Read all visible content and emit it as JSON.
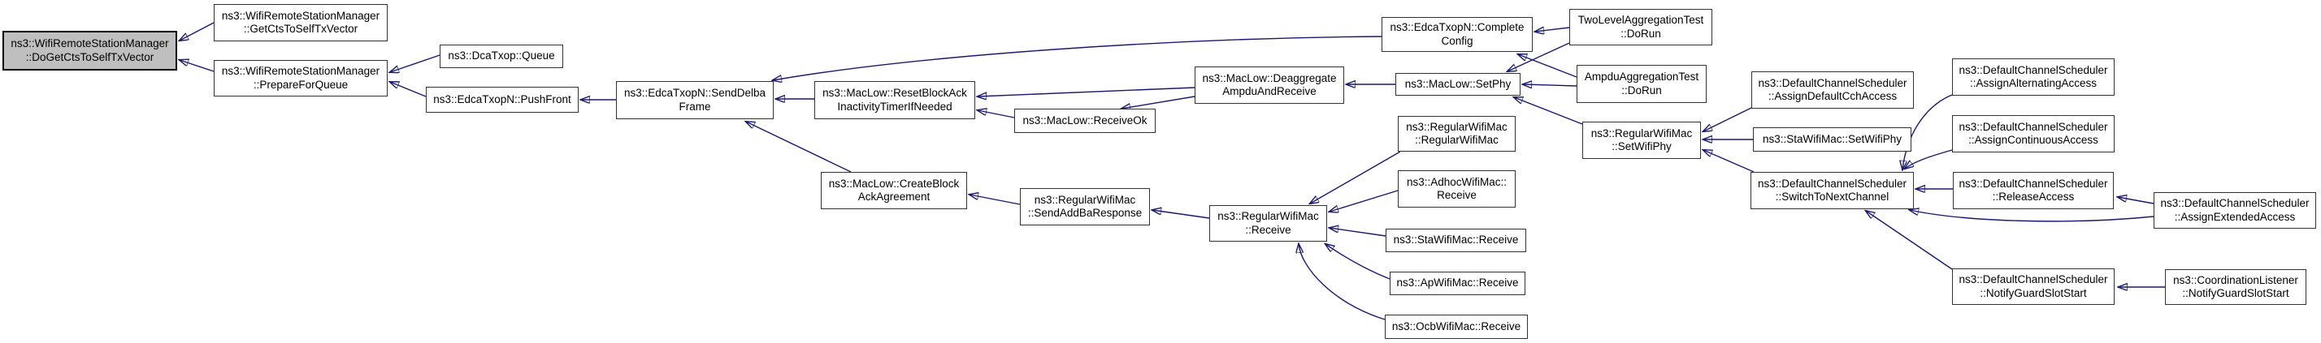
{
  "diagram": {
    "kind": "caller-graph",
    "root_function": "ns3::WifiRemoteStationManager::DoGetCtsToSelfTxVector"
  },
  "colors": {
    "edge": "#191970",
    "node_fill": "#ffffff",
    "root_fill": "#bfbfbf",
    "border": "#333333"
  },
  "nodes": {
    "do_get_cts": {
      "lines": [
        "ns3::WifiRemoteStationManager",
        "::DoGetCtsToSelfTxVector"
      ]
    },
    "get_cts": {
      "lines": [
        "ns3::WifiRemoteStationManager",
        "::GetCtsToSelfTxVector"
      ]
    },
    "prepare_for_queue": {
      "lines": [
        "ns3::WifiRemoteStationManager",
        "::PrepareForQueue"
      ]
    },
    "dca_queue": {
      "lines": [
        "ns3::DcaTxop::Queue"
      ]
    },
    "push_front": {
      "lines": [
        "ns3::EdcaTxopN::PushFront"
      ]
    },
    "send_delba_frame": {
      "lines": [
        "ns3::EdcaTxopN::SendDelba",
        "Frame"
      ]
    },
    "reset_block_ack": {
      "lines": [
        "ns3::MacLow::ResetBlockAck",
        "InactivityTimerIfNeeded"
      ]
    },
    "create_block_ack": {
      "lines": [
        "ns3::MacLow::CreateBlock",
        "AckAgreement"
      ]
    },
    "receive_ok": {
      "lines": [
        "ns3::MacLow::ReceiveOk"
      ]
    },
    "send_add_ba_response": {
      "lines": [
        "ns3::RegularWifiMac",
        "::SendAddBaResponse"
      ]
    },
    "deaggregate_ampdu": {
      "lines": [
        "ns3::MacLow::Deaggregate",
        "AmpduAndReceive"
      ]
    },
    "complete_config": {
      "lines": [
        "ns3::EdcaTxopN::Complete",
        "Config"
      ]
    },
    "maclow_set_phy": {
      "lines": [
        "ns3::MacLow::SetPhy"
      ]
    },
    "regular_wifi_mac_ctor": {
      "lines": [
        "ns3::RegularWifiMac",
        "::RegularWifiMac"
      ]
    },
    "adhoc_receive": {
      "lines": [
        "ns3::AdhocWifiMac::",
        "Receive"
      ]
    },
    "regular_receive": {
      "lines": [
        "ns3::RegularWifiMac",
        "::Receive"
      ]
    },
    "sta_receive": {
      "lines": [
        "ns3::StaWifiMac::Receive"
      ]
    },
    "ap_receive": {
      "lines": [
        "ns3::ApWifiMac::Receive"
      ]
    },
    "ocb_receive": {
      "lines": [
        "ns3::OcbWifiMac::Receive"
      ]
    },
    "two_level_test": {
      "lines": [
        "TwoLevelAggregationTest",
        "::DoRun"
      ]
    },
    "ampdu_test": {
      "lines": [
        "AmpduAggregationTest",
        "::DoRun"
      ]
    },
    "reg_set_wifi_phy": {
      "lines": [
        "ns3::RegularWifiMac",
        "::SetWifiPhy"
      ]
    },
    "assign_default_cch": {
      "lines": [
        "ns3::DefaultChannelScheduler",
        "::AssignDefaultCchAccess"
      ]
    },
    "sta_set_wifi_phy": {
      "lines": [
        "ns3::StaWifiMac::SetWifiPhy"
      ]
    },
    "switch_to_next": {
      "lines": [
        "ns3::DefaultChannelScheduler",
        "::SwitchToNextChannel"
      ]
    },
    "assign_alternating": {
      "lines": [
        "ns3::DefaultChannelScheduler",
        "::AssignAlternatingAccess"
      ]
    },
    "assign_continuous": {
      "lines": [
        "ns3::DefaultChannelScheduler",
        "::AssignContinuousAccess"
      ]
    },
    "release_access": {
      "lines": [
        "ns3::DefaultChannelScheduler",
        "::ReleaseAccess"
      ]
    },
    "notify_guard_slot": {
      "lines": [
        "ns3::DefaultChannelScheduler",
        "::NotifyGuardSlotStart"
      ]
    },
    "assign_extended": {
      "lines": [
        "ns3::DefaultChannelScheduler",
        "::AssignExtendedAccess"
      ]
    },
    "coord_notify_guard": {
      "lines": [
        "ns3::CoordinationListener",
        "::NotifyGuardSlotStart"
      ]
    }
  },
  "edges": [
    {
      "from": "get_cts",
      "to": "do_get_cts"
    },
    {
      "from": "prepare_for_queue",
      "to": "do_get_cts"
    },
    {
      "from": "dca_queue",
      "to": "prepare_for_queue"
    },
    {
      "from": "push_front",
      "to": "prepare_for_queue"
    },
    {
      "from": "send_delba_frame",
      "to": "push_front"
    },
    {
      "from": "reset_block_ack",
      "to": "send_delba_frame"
    },
    {
      "from": "complete_config",
      "to": "send_delba_frame"
    },
    {
      "from": "create_block_ack",
      "to": "send_delba_frame"
    },
    {
      "from": "receive_ok",
      "to": "reset_block_ack"
    },
    {
      "from": "deaggregate_ampdu",
      "to": "reset_block_ack"
    },
    {
      "from": "deaggregate_ampdu",
      "to": "receive_ok"
    },
    {
      "from": "maclow_set_phy",
      "to": "deaggregate_ampdu"
    },
    {
      "from": "two_level_test",
      "to": "complete_config"
    },
    {
      "from": "ampdu_test",
      "to": "complete_config"
    },
    {
      "from": "two_level_test",
      "to": "maclow_set_phy"
    },
    {
      "from": "ampdu_test",
      "to": "maclow_set_phy"
    },
    {
      "from": "reg_set_wifi_phy",
      "to": "maclow_set_phy"
    },
    {
      "from": "send_add_ba_response",
      "to": "create_block_ack"
    },
    {
      "from": "regular_receive",
      "to": "send_add_ba_response"
    },
    {
      "from": "regular_wifi_mac_ctor",
      "to": "regular_receive"
    },
    {
      "from": "adhoc_receive",
      "to": "regular_receive"
    },
    {
      "from": "sta_receive",
      "to": "regular_receive"
    },
    {
      "from": "ap_receive",
      "to": "regular_receive"
    },
    {
      "from": "ocb_receive",
      "to": "regular_receive"
    },
    {
      "from": "assign_default_cch",
      "to": "reg_set_wifi_phy"
    },
    {
      "from": "sta_set_wifi_phy",
      "to": "reg_set_wifi_phy"
    },
    {
      "from": "switch_to_next",
      "to": "reg_set_wifi_phy"
    },
    {
      "from": "assign_alternating",
      "to": "switch_to_next"
    },
    {
      "from": "assign_continuous",
      "to": "switch_to_next"
    },
    {
      "from": "release_access",
      "to": "switch_to_next"
    },
    {
      "from": "assign_extended",
      "to": "switch_to_next"
    },
    {
      "from": "notify_guard_slot",
      "to": "switch_to_next"
    },
    {
      "from": "assign_extended",
      "to": "release_access"
    },
    {
      "from": "coord_notify_guard",
      "to": "notify_guard_slot"
    }
  ]
}
